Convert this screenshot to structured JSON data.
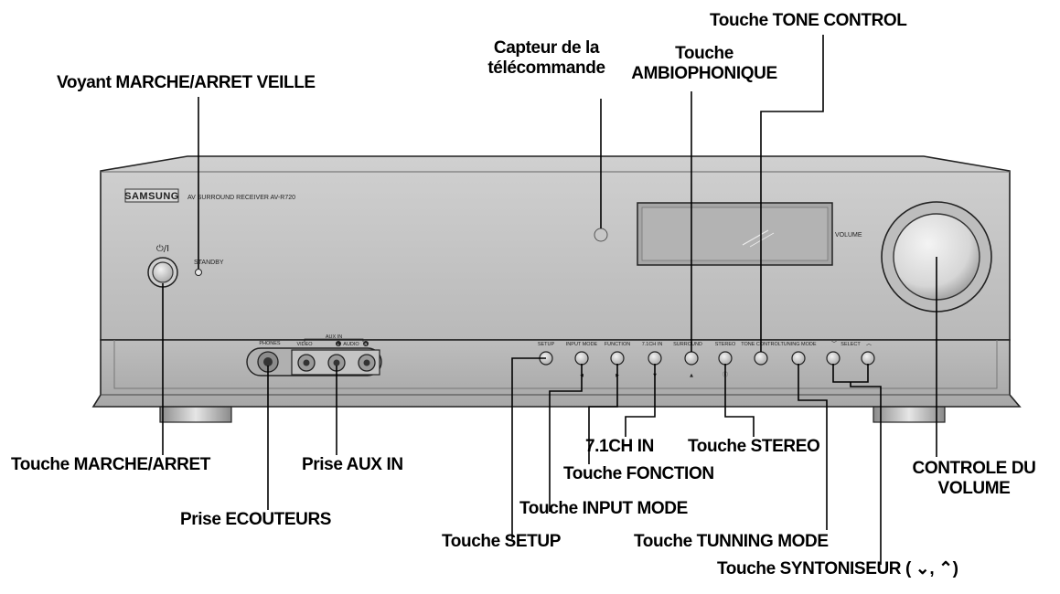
{
  "device": {
    "brand": "SAMSUNG",
    "model_line": "AV SURROUND RECEIVER AV-R720",
    "power_symbol": "⏻/I",
    "standby_label": "STANDBY",
    "volume_label": "VOLUME",
    "phones_label": "PHONES",
    "aux_in_label": "AUX IN",
    "video_label": "VIDEO",
    "audio_label": "AUDIO",
    "l_label": "L",
    "r_label": "R",
    "front_buttons": [
      {
        "label": "SETUP",
        "sub": ""
      },
      {
        "label": "INPUT MODE",
        "sub": "◀"
      },
      {
        "label": "FUNCTION",
        "sub": "▶"
      },
      {
        "label": "7.1CH IN",
        "sub": "▼"
      },
      {
        "label": "SURROUND",
        "sub": "▲"
      },
      {
        "label": "STEREO",
        "sub": "Ⓔ"
      },
      {
        "label": "TONE CONTROL",
        "sub": ""
      },
      {
        "label": "TUNING MODE",
        "sub": ""
      }
    ],
    "select_down": "﹀",
    "select_label": "SELECT",
    "select_up": "︿"
  },
  "callouts": {
    "standby_led": "Voyant MARCHE/ARRET VEILLE",
    "remote_sensor_l1": "Capteur de la",
    "remote_sensor_l2": "télécommande",
    "surround_l1": "Touche",
    "surround_l2": "AMBIOPHONIQUE",
    "tone_control": "Touche TONE CONTROL",
    "power": "Touche MARCHE/ARRET",
    "aux_in": "Prise AUX IN",
    "headphones": "Prise ECOUTEURS",
    "ch71": "7.1CH IN",
    "stereo": "Touche STEREO",
    "function": "Touche FONCTION",
    "input_mode": "Touche INPUT MODE",
    "setup": "Touche SETUP",
    "tuning_mode": "Touche TUNNING MODE",
    "tuner": "Touche SYNTONISEUR ( ⌄, ⌃)",
    "volume_l1": "CONTROLE DU",
    "volume_l2": "VOLUME"
  }
}
